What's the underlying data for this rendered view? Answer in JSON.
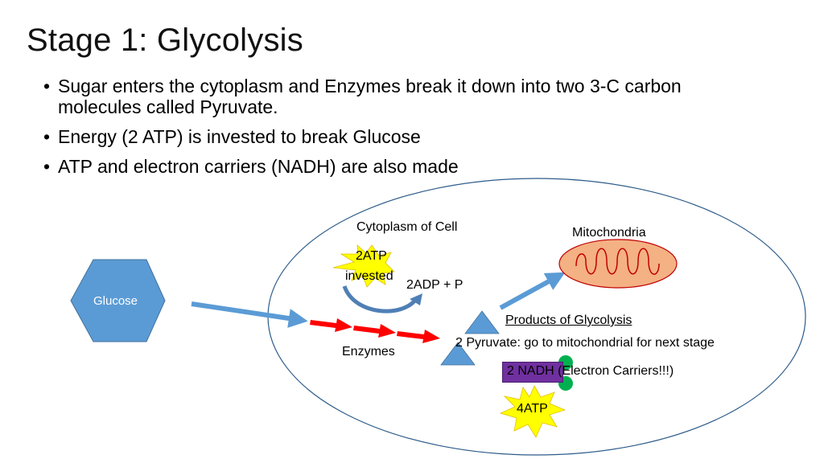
{
  "slide": {
    "title": "Stage 1: Glycolysis",
    "bullets": [
      "Sugar enters the cytoplasm and  Enzymes  break it down into two 3-C carbon molecules called Pyruvate.",
      "Energy (2 ATP)  is invested to break Glucose",
      "ATP and electron carriers (NADH) are also made"
    ]
  },
  "diagram": {
    "glucose": "Glucose",
    "cytoplasm": "Cytoplasm of Cell",
    "mitochondria": "Mitochondria",
    "atp_invested_line1": "2ATP",
    "atp_invested_line2": "invested",
    "adp": "2ADP + P",
    "enzymes": "Enzymes",
    "products_heading": "Products of Glycolysis",
    "pyruvate": "2 Pyruvate: go to mitochondrial for next stage",
    "nadh": "2 NADH (Electron Carriers!!!)",
    "atp_made": "4ATP"
  },
  "colors": {
    "shape_blue": "#5b9bd5",
    "enzyme_red": "#ff0000",
    "starburst_yellow": "#ffff00",
    "mitochondria_fill": "#f4b183",
    "mitochondria_stroke": "#c00000",
    "nadh_purple": "#7030a0",
    "carrier_green": "#00b050",
    "cell_outline": "#2e5c8a"
  }
}
